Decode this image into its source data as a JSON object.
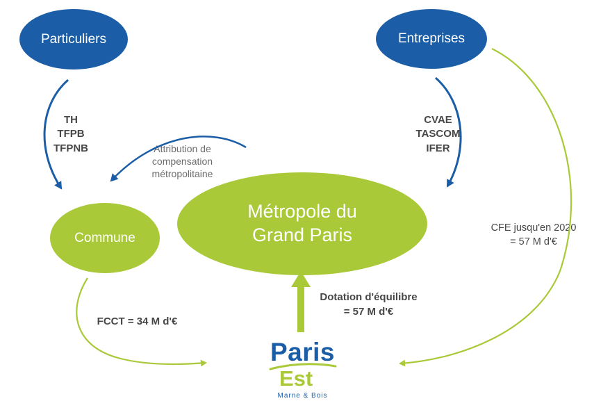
{
  "colors": {
    "blue": "#1b5ea7",
    "green": "#a9c938",
    "text_dark": "#474747",
    "text_gray": "#6d6d6d"
  },
  "nodes": {
    "particuliers": {
      "label": "Particuliers"
    },
    "entreprises": {
      "label": "Entreprises"
    },
    "commune": {
      "label": "Commune"
    },
    "metropole": {
      "label": "Métropole du\nGrand Paris"
    }
  },
  "labels": {
    "taxes_particuliers": "TH\nTFPB\nTFPNB",
    "taxes_entreprises": "CVAE\nTASCOM\nIFER",
    "attribution": "Attribution de\ncompensation\nmétropolitaine",
    "cfe": "CFE jusqu'en 2020\n= 57 M d'€",
    "dotation": "Dotation d'équilibre\n= 57 M d'€",
    "fcct": "FCCT = 34 M d'€"
  },
  "logo": {
    "paris": "Paris",
    "est": "Est",
    "tagline": "Marne & Bois"
  }
}
